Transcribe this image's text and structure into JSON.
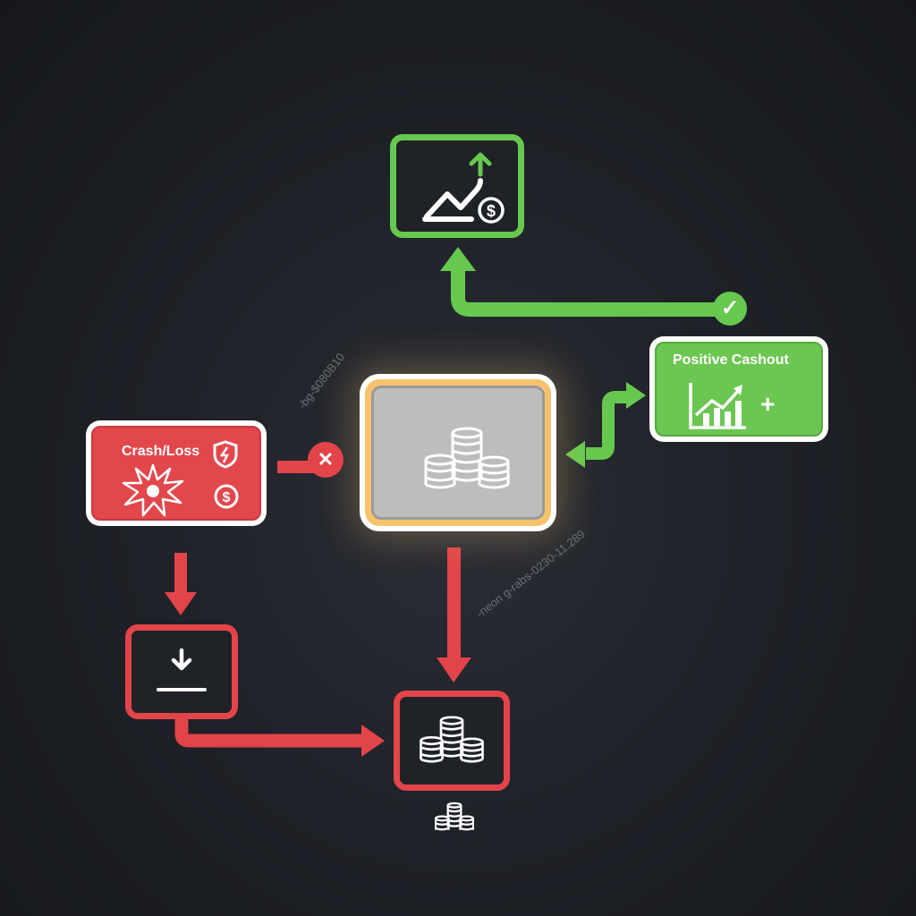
{
  "diagram": {
    "nodes": {
      "growth": {
        "icon": "chart-up-dollar-icon",
        "border_color": "#67c84f"
      },
      "positive_cashout": {
        "label": "Positive Cashout",
        "icon": "bar-chart-trend-icon",
        "symbol": "+",
        "fill_color": "#6cc652"
      },
      "center_stake": {
        "icon": "coin-stacks-icon",
        "border_color": "#f6c36c",
        "fill_color": "#bdbdbd"
      },
      "crash_loss": {
        "label": "Crash/Loss",
        "icons": [
          "explosion-icon",
          "shield-lightning-icon",
          "dollar-circle-icon"
        ],
        "fill_color": "#e2474c"
      },
      "download": {
        "icon": "download-tray-icon",
        "border_color": "#e2444a"
      },
      "loss_pool": {
        "icon": "coin-stacks-icon",
        "border_color": "#e2444a"
      },
      "small_coins": {
        "icon": "coin-stacks-icon"
      }
    },
    "markers": {
      "success": {
        "symbol": "✓",
        "color": "#67c84f"
      },
      "fail": {
        "symbol": "✕",
        "color": "#e2444a"
      }
    },
    "watermarks": {
      "upper_left": "-bg-$080B10",
      "lower_right": "-neon g-rabs-0230-11.289"
    },
    "colors": {
      "green": "#67c84f",
      "red": "#e2444a",
      "gold": "#f6c36c",
      "background": "#1f2228"
    }
  }
}
